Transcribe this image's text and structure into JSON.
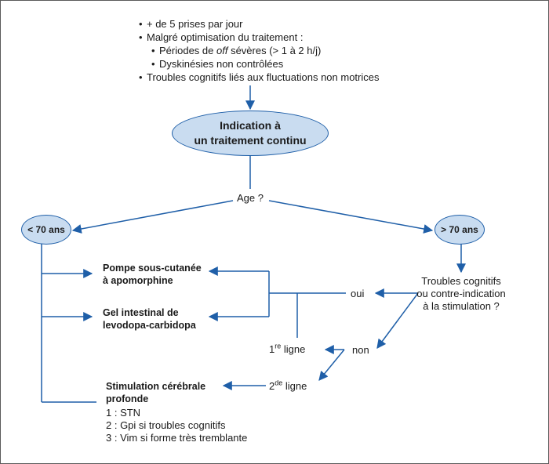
{
  "criteria": {
    "item1": "+ de 5 prises par jour",
    "item2": "Malgré optimisation du traitement :",
    "sub1_before": "Périodes de ",
    "sub1_em": "off",
    "sub1_after": " sévères (> 1 à 2 h/j)",
    "sub2": "Dyskinésies non contrôlées",
    "item3": "Troubles cognitifs liés aux fluctuations non motrices"
  },
  "indication": {
    "line1": "Indication à",
    "line2": "un traitement continu"
  },
  "age_question": "Age ?",
  "under70": "< 70 ans",
  "over70": "> 70 ans",
  "options": {
    "pump_line1": "Pompe sous-cutanée",
    "pump_line2": "à apomorphine",
    "gel_line1": "Gel intestinal de",
    "gel_line2": "levodopa-carbidopa",
    "dbs_line1": "Stimulation cérébrale",
    "dbs_line2": "profonde",
    "dbs_target1": "1 : STN",
    "dbs_target2": "2 : Gpi si troubles cognitifs",
    "dbs_target3": "3 : Vim si forme très tremblante"
  },
  "question": {
    "line1": "Troubles cognitifs",
    "line2": "ou contre-indication",
    "line3": "à la stimulation ?"
  },
  "answers": {
    "yes": "oui",
    "no": "non"
  },
  "lines": {
    "first_num": "1",
    "first_sup": "re",
    "first_word": " ligne",
    "second_num": "2",
    "second_sup": "de",
    "second_word": " ligne"
  },
  "colors": {
    "arrow": "#1f5fa8",
    "ellipse_fill": "#c9dcf0",
    "ellipse_stroke": "#1f5fa8"
  }
}
